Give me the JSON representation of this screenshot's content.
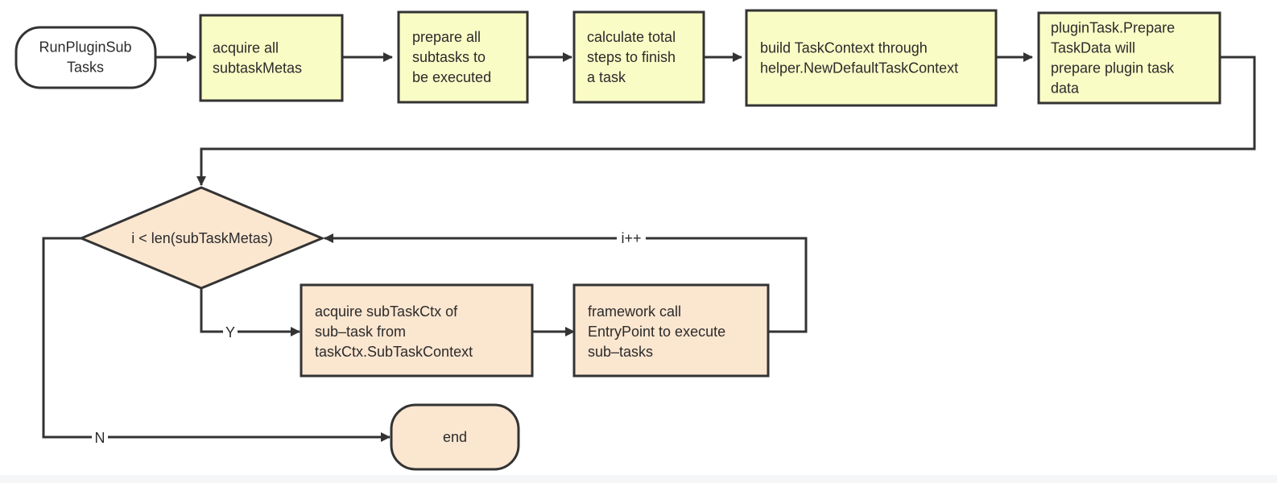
{
  "colors": {
    "stroke": "#333333",
    "yellow_fill": "#fafcc6",
    "peach_fill": "#fbe6d0",
    "start_fill": "#ffffff",
    "text": "#2b2b2b"
  },
  "nodes": {
    "start": {
      "lines": [
        "RunPluginSub",
        "Tasks"
      ]
    },
    "acquire_metas": {
      "lines": [
        "acquire all",
        "subtaskMetas"
      ]
    },
    "prepare_subtasks": {
      "lines": [
        "prepare all",
        "subtasks to",
        "be executed"
      ]
    },
    "calculate_steps": {
      "lines": [
        "calculate total",
        "steps to finish",
        "a task"
      ]
    },
    "build_context": {
      "lines": [
        "build TaskContext through",
        "helper.NewDefaultTaskContext"
      ]
    },
    "prepare_data": {
      "lines": [
        "pluginTask.Prepare",
        "TaskData will",
        "prepare plugin task",
        "data"
      ]
    },
    "decision": {
      "lines": [
        "i < len(subTaskMetas)"
      ]
    },
    "acquire_ctx": {
      "lines": [
        "acquire subTaskCtx of",
        "sub–task from",
        "taskCtx.SubTaskContext"
      ]
    },
    "framework_call": {
      "lines": [
        "framework call",
        "EntryPoint to execute",
        "sub–tasks"
      ]
    },
    "end": {
      "lines": [
        "end"
      ]
    }
  },
  "edge_labels": {
    "loop": "i++",
    "yes": "Y",
    "no": "N"
  }
}
